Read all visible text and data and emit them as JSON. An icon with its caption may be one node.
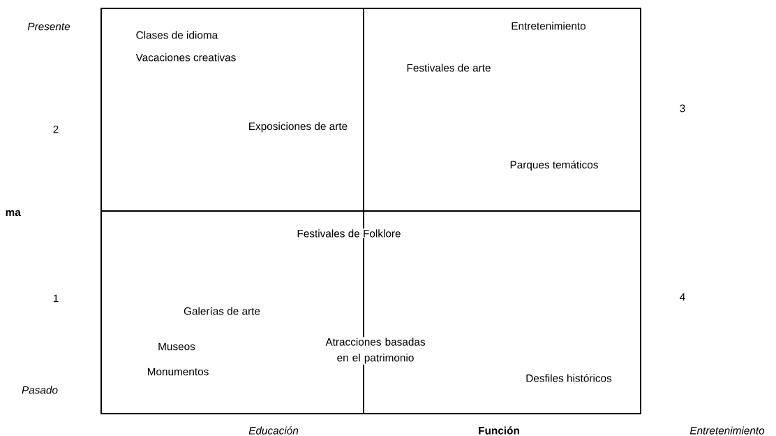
{
  "diagram": {
    "labels": [
      "Presente",
      "Clases de idioma",
      "Entretenimiento",
      "Vacaciones creativas",
      "Festivales de arte",
      "3",
      "2",
      "Exposiciones de arte",
      "Parques temáticos",
      "ma",
      "Festivales de Folklore",
      "1",
      "4",
      "Galerías de arte",
      "Museos",
      "Atracciones basadas en  el patrimonio",
      "Monumentos",
      "Pasado",
      "Desfiles históricos",
      "Educación",
      "Función",
      "Entretenimiento"
    ]
  }
}
